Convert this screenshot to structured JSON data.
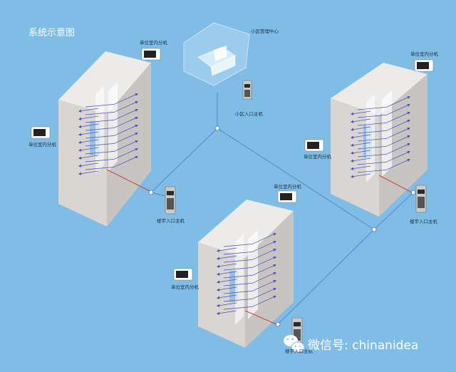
{
  "diagram": {
    "title": "系统示意图",
    "management_center": "小区管理中心",
    "community_entrance": "小区入口主机",
    "unit_indoor": "单位室内分机",
    "building_entrance": "楼宇入口主机"
  },
  "watermark": {
    "text": "微信号: chinanidea",
    "icon": "wechat-icon"
  },
  "colors": {
    "background": "#7fbde6",
    "building": "#d8d5d2",
    "cable_blue": "#4a6fb0",
    "cable_red": "#d04040"
  }
}
